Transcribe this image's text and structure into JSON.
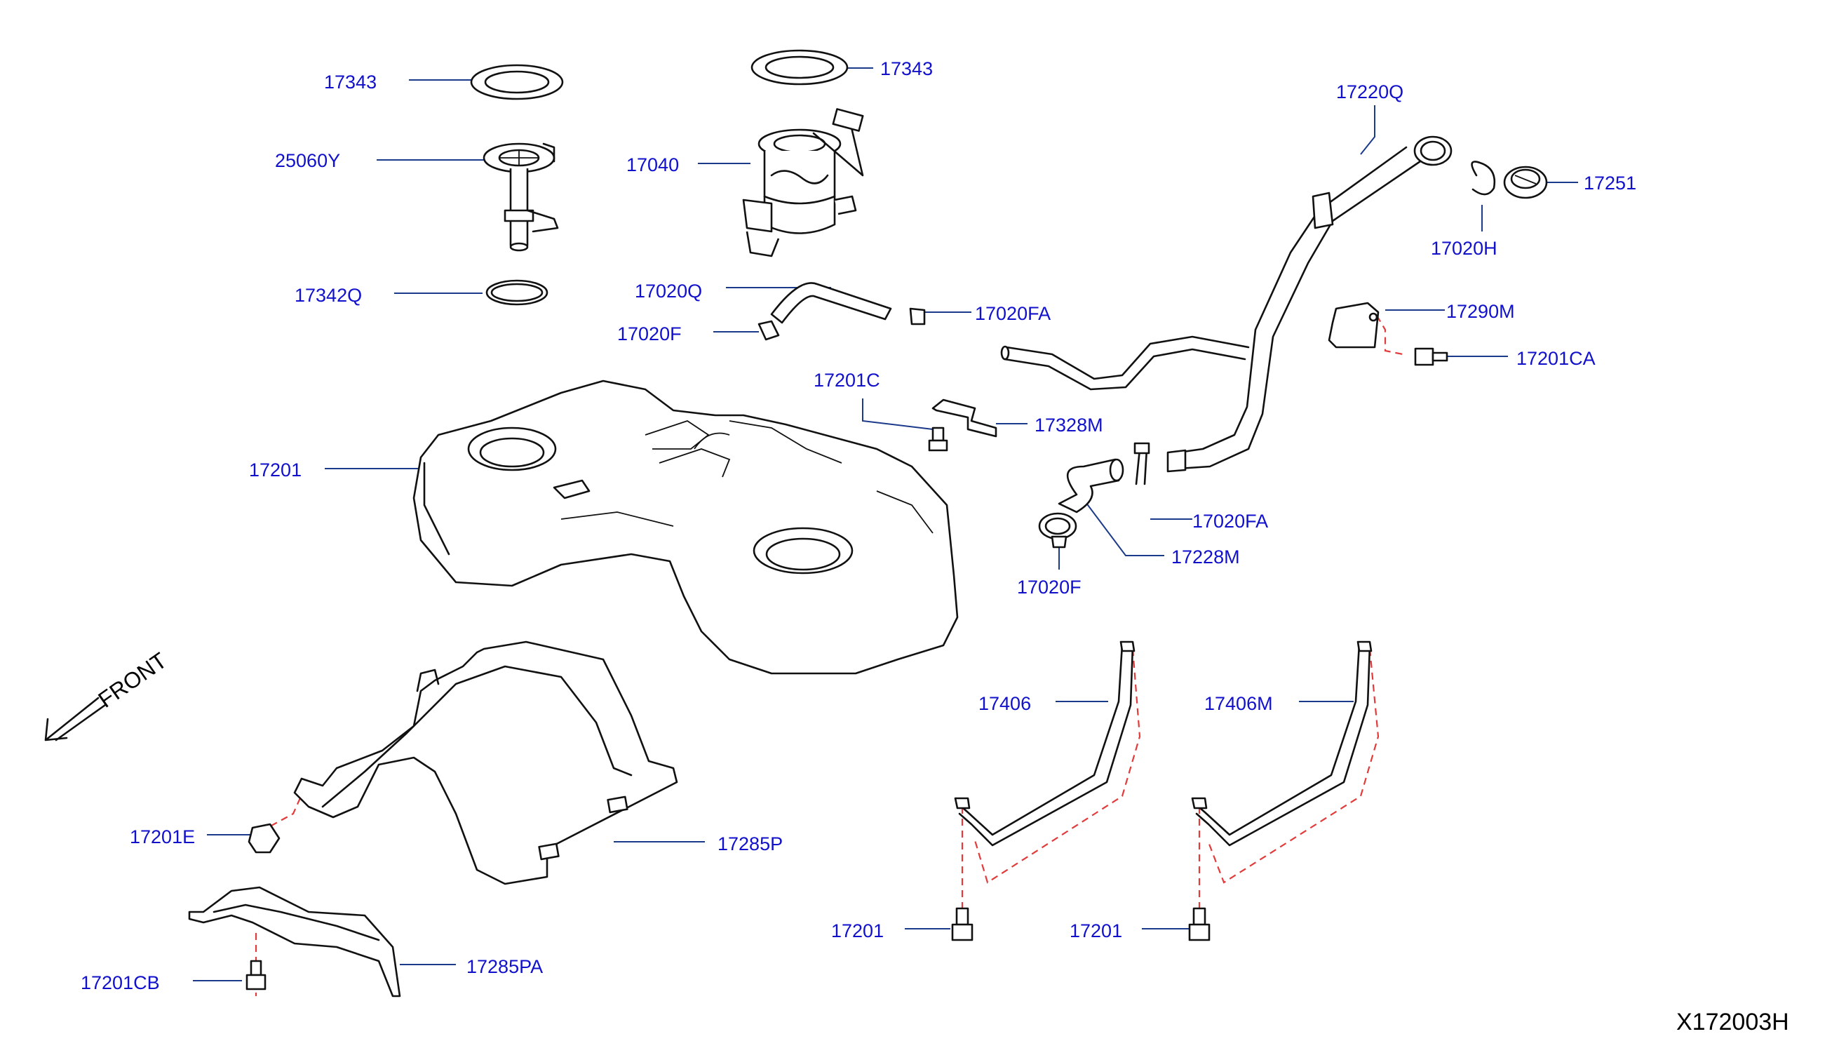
{
  "diagram": {
    "code": "X172003H",
    "front_label": "FRONT",
    "parts": {
      "p17343_left": "17343",
      "p25060Y": "25060Y",
      "p17342Q": "17342Q",
      "p17343_right": "17343",
      "p17040": "17040",
      "p17020Q": "17020Q",
      "p17020F_top": "17020F",
      "p17020FA_top": "17020FA",
      "p17220Q": "17220Q",
      "p17251": "17251",
      "p17020H": "17020H",
      "p17290M": "17290M",
      "p17201CA": "17201CA",
      "p17201C": "17201C",
      "p17328M": "17328M",
      "p17201_tank": "17201",
      "p17020FA_mid": "17020FA",
      "p17228M": "17228M",
      "p17020F_mid": "17020F",
      "p17406": "17406",
      "p17406M": "17406M",
      "p17201E": "17201E",
      "p17285P": "17285P",
      "p17201_bolt_left": "17201",
      "p17201_bolt_right": "17201",
      "p17201CB": "17201CB",
      "p17285PA": "17285PA"
    }
  }
}
